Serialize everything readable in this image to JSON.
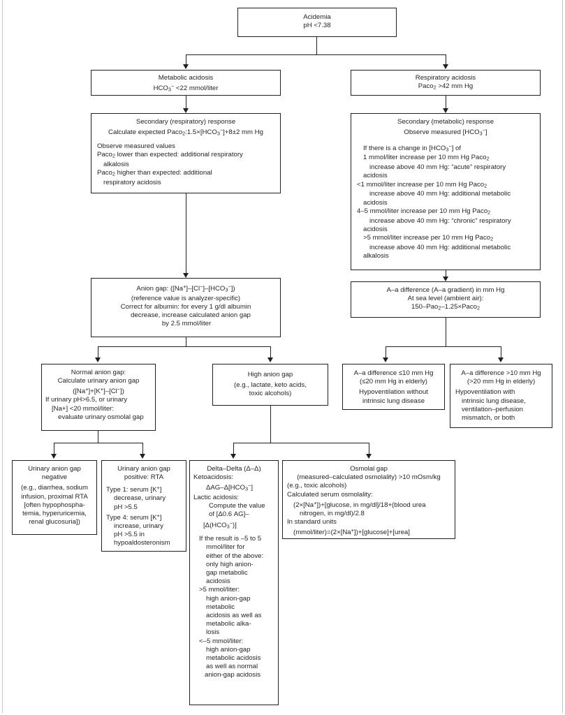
{
  "diagram": {
    "title": "Acid-base disorder diagnostic algorithm",
    "line_color": "#231f20",
    "background": "#ffffff",
    "frame_color": "#c8c8c8"
  },
  "nodes": {
    "acidemia": {
      "name": "acidemia",
      "lines": [
        "Acidemia",
        "pH <7.38"
      ]
    },
    "metabolic_acidosis": {
      "name": "metabolic-acidosis",
      "lines": [
        "Metabolic acidosis",
        "HCO3− <22 mmol/liter"
      ],
      "html_lines": [
        "Metabolic acidosis",
        "HCO<sub>3</sub><sup>−</sup> <22 mmol/liter"
      ]
    },
    "respiratory_acidosis": {
      "name": "respiratory-acidosis",
      "lines": [
        "Respiratory acidosis",
        "Paco2 >42 mm Hg"
      ],
      "html_lines": [
        "Respiratory acidosis",
        "Paco<sub>2</sub> >42 mm Hg"
      ]
    },
    "secondary_respiratory": {
      "name": "secondary-respiratory-response",
      "html_lines": [
        "Secondary (respiratory) response",
        "Calculate expected Paco<sub>2</sub>:1.5×[HCO<sub>3</sub><sup>−</sup>]+8±2 mm Hg",
        "",
        "Observe measured values",
        "Paco<sub>2</sub> lower than expected: additional respiratory",
        "alkalosis",
        "Paco<sub>2</sub> higher than expected: additional",
        "respiratory acidosis"
      ]
    },
    "secondary_metabolic": {
      "name": "secondary-metabolic-response",
      "html_lines": [
        "Secondary (metabolic) response",
        "Observe measured [HCO<sub>3</sub><sup>−</sup>]",
        "",
        "If there is a change in [HCO<sub>3</sub><sup>−</sup>] of",
        "1 mmol/liter increase per 10 mm Hg Paco<sub>2</sub>",
        "increase above 40 mm Hg: “acute” respiratory",
        "acidosis",
        "<1 mmol/liter increase per 10 mm Hg Paco<sub>2</sub>",
        "increase above 40 mm Hg: additional metabolic",
        "acidosis",
        "4–5 mmol/liter increase per 10 mm Hg Paco<sub>2</sub>",
        "increase above 40 mm Hg: “chronic” respiratory",
        "acidosis",
        ">5 mmol/liter increase per 10 mm Hg Paco<sub>2</sub>",
        "increase above 40 mm Hg: additional metabolic",
        "alkalosis"
      ]
    },
    "anion_gap": {
      "name": "anion-gap",
      "html_lines": [
        "Anion gap: ([Na<sup>+</sup>]–[Cl<sup>−</sup>]–[HCO<sub>3</sub><sup>−</sup>])",
        "(reference value is analyzer-specific)",
        "Correct for albumin: for every 1 g/dl albumin",
        "decrease, increase calculated anion gap",
        "by 2.5 mmol/liter"
      ]
    },
    "aa_difference": {
      "name": "a-a-difference",
      "html_lines": [
        "A–a difference (A–a gradient) in mm Hg",
        "At sea level (ambient air):",
        "150–Pao<sub>2</sub>–1.25×Paco<sub>2</sub>"
      ]
    },
    "normal_anion_gap": {
      "name": "normal-anion-gap",
      "html_lines": [
        "Normal anion gap:",
        "Calculate urinary anion gap",
        "([Na<sup>+</sup>]+[K<sup>+</sup>]–[Cl<sup>−</sup>])",
        "If urinary pH>6.5, or urinary",
        "[Na+] <20 mmol/liter:",
        "evaluate urinary osmolal gap"
      ]
    },
    "high_anion_gap": {
      "name": "high-anion-gap",
      "html_lines": [
        "High anion gap",
        "(e.g., lactate, keto acids,",
        "toxic alcohols)"
      ]
    },
    "aa_le10": {
      "name": "a-a-difference-le-10",
      "html_lines": [
        "A–a difference ≤10 mm Hg",
        "(≤20 mm Hg in elderly)",
        "Hypoventilation without",
        "intrinsic lung disease"
      ]
    },
    "aa_gt10": {
      "name": "a-a-difference-gt-10",
      "html_lines": [
        "A–a difference >10 mm Hg",
        "(>20 mm Hg in elderly)",
        "Hypoventilation with",
        "intrinsic lung disease,",
        "ventilation–perfusion",
        "mismatch, or both"
      ]
    },
    "uag_negative": {
      "name": "urinary-anion-gap-negative",
      "html_lines": [
        "Urinary anion gap",
        "negative",
        "(e.g., diarrhea, sodium",
        "infusion, proximal RTA",
        "[often hypophospha-",
        "temia, hyperuricemia,",
        "renal glucosuria])"
      ]
    },
    "uag_positive": {
      "name": "urinary-anion-gap-positive",
      "html_lines": [
        "Urinary anion gap",
        "positive: RTA",
        "Type 1: serum [K<sup>+</sup>]",
        "decrease, urinary",
        "pH >5.5",
        "Type 4: serum [K<sup>+</sup>]",
        "increase, urinary",
        "pH >5.5 in",
        "hypoaldosteronism"
      ]
    },
    "delta_delta": {
      "name": "delta-delta",
      "html_lines": [
        "Delta–Delta (Δ–Δ)",
        "Ketoacidosis:",
        "ΔAG–Δ[HCO<sub>3</sub><sup>−</sup>]",
        "Lactic acidosis:",
        "Compute the value",
        "of [Δ0.6 AG]–",
        "[Δ(HCO<sub>3</sub><sup>−</sup>)]",
        "",
        "If the result is –5 to 5",
        "mmol/liter for",
        "either of the above:",
        "only high anion-",
        "gap metabolic",
        "acidosis",
        ">5 mmol/liter:",
        "high anion-gap",
        "metabolic",
        "acidosis as well as",
        "metabolic alka-",
        "losis",
        "<–5 mmol/liter:",
        "high anion-gap",
        "metabolic acidosis",
        "as well as normal",
        "anion-gap acidosis"
      ]
    },
    "osmolal_gap": {
      "name": "osmolal-gap",
      "html_lines": [
        "Osmolal gap",
        "(measured–calculated osmolality) >10 mOsm/kg",
        "(e.g., toxic alcohols)",
        "Calculated serum osmolality:",
        "(2×[Na<sup>+</sup>])+[glucose, in mg/dl]/18+(blood urea",
        "nitrogen, in mg/dl)/2.8",
        "In standard units",
        "(mmol/liter)=(2×[Na<sup>+</sup>])+[glucose]+[urea]"
      ]
    }
  }
}
